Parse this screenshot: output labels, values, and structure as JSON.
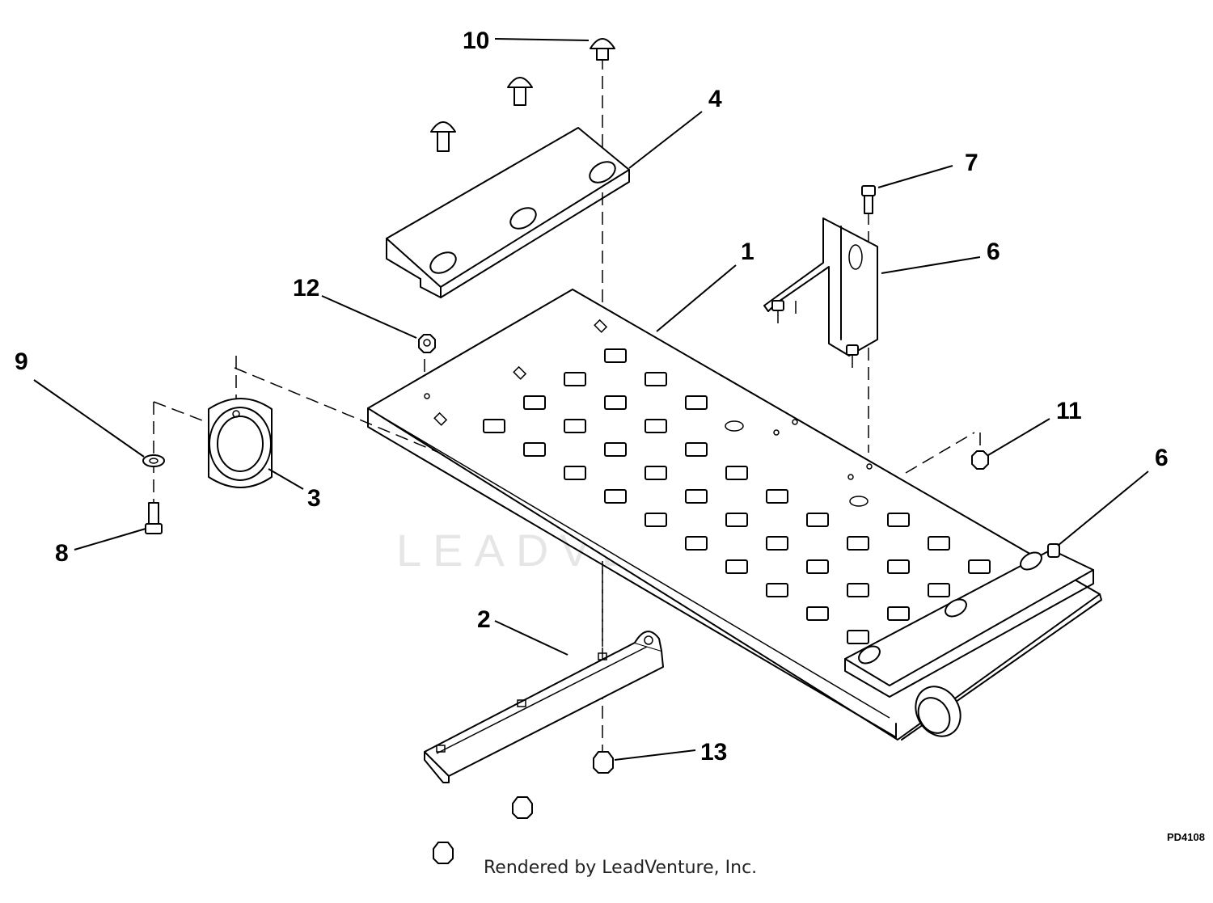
{
  "diagram": {
    "callouts": {
      "c1": "1",
      "c2": "2",
      "c3": "3",
      "c4": "4",
      "c6a": "6",
      "c6b": "6",
      "c7": "7",
      "c8": "8",
      "c9": "9",
      "c10": "10",
      "c11": "11",
      "c12": "12",
      "c13": "13"
    },
    "drawing_code": "PD4108",
    "watermark": "LEADVENTURE",
    "credit": "Rendered by LeadVenture, Inc."
  }
}
